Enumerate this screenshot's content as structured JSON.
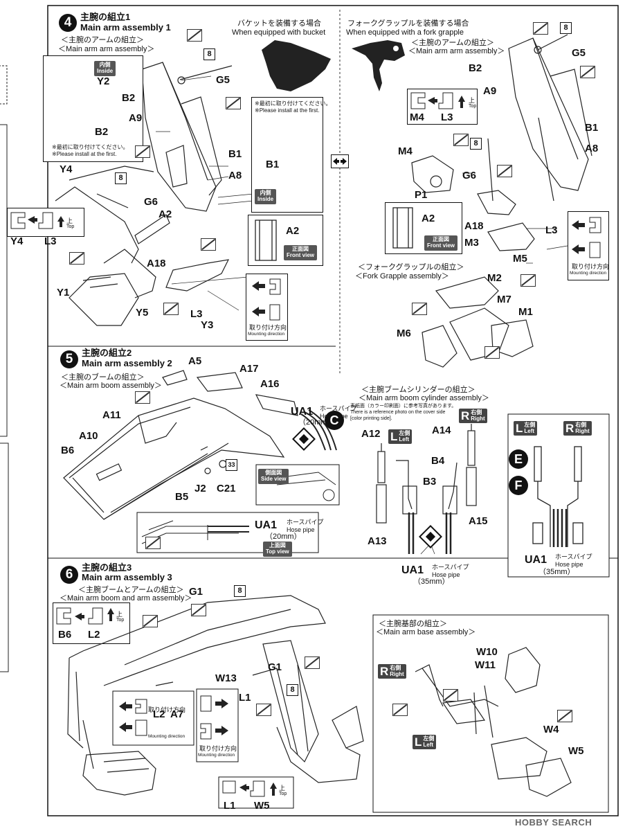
{
  "step4": {
    "number": "4",
    "title_jp": "主腕の組立1",
    "title_en": "Main arm assembly 1",
    "sub_jp": "＜主腕のアームの組立＞",
    "sub_en": "＜Main arm arm  assembly＞",
    "bucket_jp": "バケットを装備する場合",
    "bucket_en": "When equipped with bucket",
    "fork_jp": "フォークグラップルを装備する場合",
    "fork_en": "When equipped with a fork grapple",
    "fork_sub_jp": "＜主腕のアームの組立＞",
    "fork_sub_en": "＜Main arm arm  assembly＞",
    "inside_jp": "内側",
    "inside_en": "Inside",
    "note_jp": "※最初に取り付けてください。",
    "note_en": "※Please install at the first.",
    "front_jp": "正面図",
    "front_en": "Front view",
    "top_jp": "上",
    "top_en": "Top",
    "mount_jp": "取り付け方向",
    "mount_en": "Mounting direction",
    "fork_assy_jp": "＜フォークグラップルの組立＞",
    "fork_assy_en": "＜Fork Grapple assembly＞",
    "box": "8",
    "labels": [
      "G5",
      "B2",
      "A9",
      "B1",
      "A8",
      "Y4",
      "G6",
      "A2",
      "A18",
      "Y1",
      "Y5",
      "L3",
      "Y3",
      "Y2",
      "B2",
      "B1",
      "A2",
      "L3",
      "Y4",
      "M4",
      "L3",
      "A9",
      "B1",
      "A8",
      "G6",
      "B2",
      "G5",
      "M4",
      "P1",
      "A2",
      "A18",
      "M3",
      "L3",
      "M5",
      "M2",
      "M7",
      "M1",
      "M6"
    ]
  },
  "step5": {
    "number": "5",
    "title_jp": "主腕の組立2",
    "title_en": "Main arm assembly 2",
    "sub_jp": "＜主腕のブームの組立＞",
    "sub_en": "＜Main arm boom  assembly＞",
    "hose_label": "UA1",
    "hose_jp": "ホースパイプ",
    "hose_en": "Hose pipe",
    "len20": "（20mm）",
    "len20b": "（20mm）",
    "side_jp": "側面図",
    "side_en": "Side view",
    "topv_jp": "上面図",
    "topv_en": "Top view",
    "c_circle": "C",
    "cyl_jp": "＜主腕ブームシリンダーの組立＞",
    "cyl_en": "＜Main arm boom cylinder assembly＞",
    "cover_jp": "表紙面（カラー印刷面）に参考写真があります。",
    "cover_en1": "There is a reference photo on the cover side",
    "cover_en2": "[color printing side].",
    "left_big": "L",
    "left_jp": "左側",
    "left_en": "Left",
    "right_big": "R",
    "right_jp": "右側",
    "right_en": "Right",
    "len35": "（35mm）",
    "len35b": "（35mm）",
    "e_circle": "E",
    "f_circle": "F",
    "num33": "33",
    "labels": [
      "A5",
      "A17",
      "A16",
      "A11",
      "A10",
      "B6",
      "B5",
      "J2",
      "C21",
      "A12",
      "A14",
      "B4",
      "B3",
      "A13",
      "A15"
    ]
  },
  "step6": {
    "number": "6",
    "title_jp": "主腕の組立3",
    "title_en": "Main arm assembly 3",
    "sub_jp": "＜主腕ブームとアームの組立＞",
    "sub_en": "＜Main arm boom and arm assembly＞",
    "base_jp": "＜主腕基部の組立＞",
    "base_en": "＜Main arm base  assembly＞",
    "box": "8",
    "labels": [
      "G1",
      "B6",
      "L2",
      "G1",
      "W13",
      "L1",
      "L2",
      "A7",
      "L1",
      "W5",
      "W10",
      "W11",
      "W4",
      "W5"
    ]
  },
  "watermark": "HOBBY SEARCH"
}
